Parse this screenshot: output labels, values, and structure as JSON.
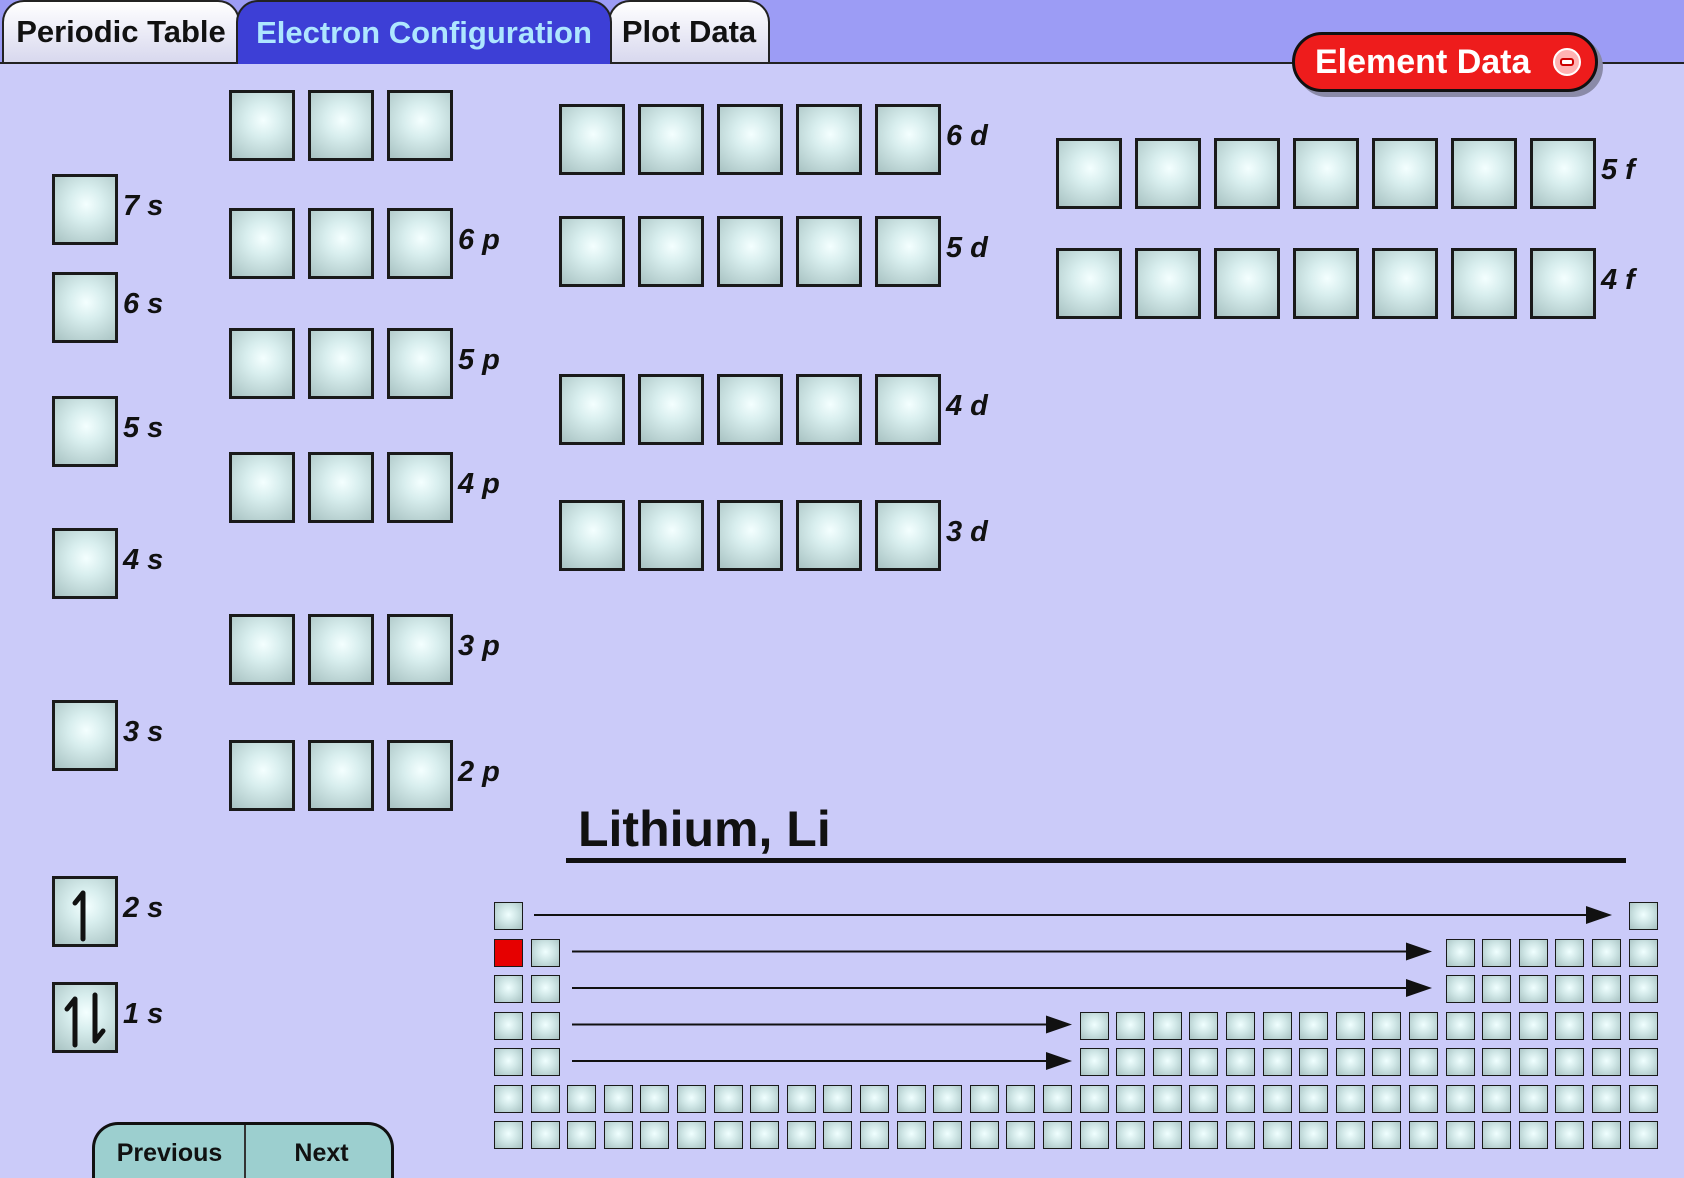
{
  "tabs": [
    {
      "id": "periodic-table",
      "label": "Periodic Table",
      "active": false
    },
    {
      "id": "electron-configuration",
      "label": "Electron Configuration",
      "active": true
    },
    {
      "id": "plot-data",
      "label": "Plot Data",
      "active": false
    }
  ],
  "element_data_button": {
    "label": "Element Data",
    "icon": "collapse-icon"
  },
  "element": {
    "title": "Lithium, Li"
  },
  "orbitals": [
    {
      "label": "7 s",
      "count": 1,
      "electrons": []
    },
    {
      "label": "6 s",
      "count": 1,
      "electrons": []
    },
    {
      "label": "5 s",
      "count": 1,
      "electrons": []
    },
    {
      "label": "4 s",
      "count": 1,
      "electrons": []
    },
    {
      "label": "3 s",
      "count": 1,
      "electrons": []
    },
    {
      "label": "2 s",
      "count": 1,
      "electrons": [
        "up"
      ]
    },
    {
      "label": "1 s",
      "count": 1,
      "electrons": [
        "up-down"
      ]
    },
    {
      "label": "",
      "count": 3,
      "electrons": []
    },
    {
      "label": "6 p",
      "count": 3,
      "electrons": []
    },
    {
      "label": "5 p",
      "count": 3,
      "electrons": []
    },
    {
      "label": "4 p",
      "count": 3,
      "electrons": []
    },
    {
      "label": "3 p",
      "count": 3,
      "electrons": []
    },
    {
      "label": "2 p",
      "count": 3,
      "electrons": []
    },
    {
      "label": "6 d",
      "count": 5,
      "electrons": []
    },
    {
      "label": "5 d",
      "count": 5,
      "electrons": []
    },
    {
      "label": "4 d",
      "count": 5,
      "electrons": []
    },
    {
      "label": "3 d",
      "count": 5,
      "electrons": []
    },
    {
      "label": "5 f",
      "count": 7,
      "electrons": []
    },
    {
      "label": "4 f",
      "count": 7,
      "electrons": []
    }
  ],
  "mini_table": {
    "selected_row": 2,
    "selected_col": 1
  },
  "nav": {
    "previous_label": "Previous",
    "next_label": "Next"
  },
  "colors": {
    "active_tab": "#3d3fd6",
    "selected_element": "#e60000",
    "element_button": "#ee1c1c",
    "background": "#cbcbf9"
  }
}
